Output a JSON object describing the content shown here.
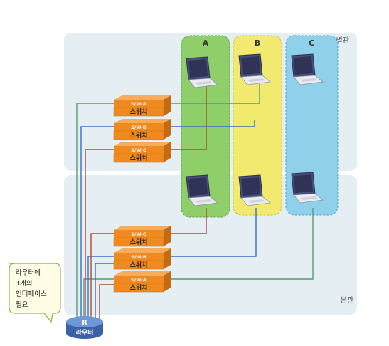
{
  "buildings": {
    "annex": "별관",
    "main": "본관"
  },
  "columns": [
    "A",
    "B",
    "C"
  ],
  "switches": {
    "annex": [
      {
        "tag": "S/W-A",
        "label": "스위치"
      },
      {
        "tag": "S/W-B",
        "label": "스위치"
      },
      {
        "tag": "S/W-C",
        "label": "스위치"
      }
    ],
    "main": [
      {
        "tag": "S/W-C",
        "label": "스위치"
      },
      {
        "tag": "S/W-B",
        "label": "스위치"
      },
      {
        "tag": "S/W-A",
        "label": "스위치"
      }
    ]
  },
  "router": {
    "letter": "R",
    "label": "라우터"
  },
  "callout": {
    "lines": [
      "라우터에",
      "3개의",
      "인터페이스",
      "필요"
    ]
  },
  "colors": {
    "zone_a": "#8fcf6a",
    "zone_b": "#f2ea6e",
    "zone_c": "#8fd0ea",
    "switch_orange": "#f08a1e",
    "router_blue": "#4a78c2",
    "wire_a": "#5a9a6e",
    "wire_b": "#3a6fc4",
    "wire_c": "#b04a2a"
  }
}
